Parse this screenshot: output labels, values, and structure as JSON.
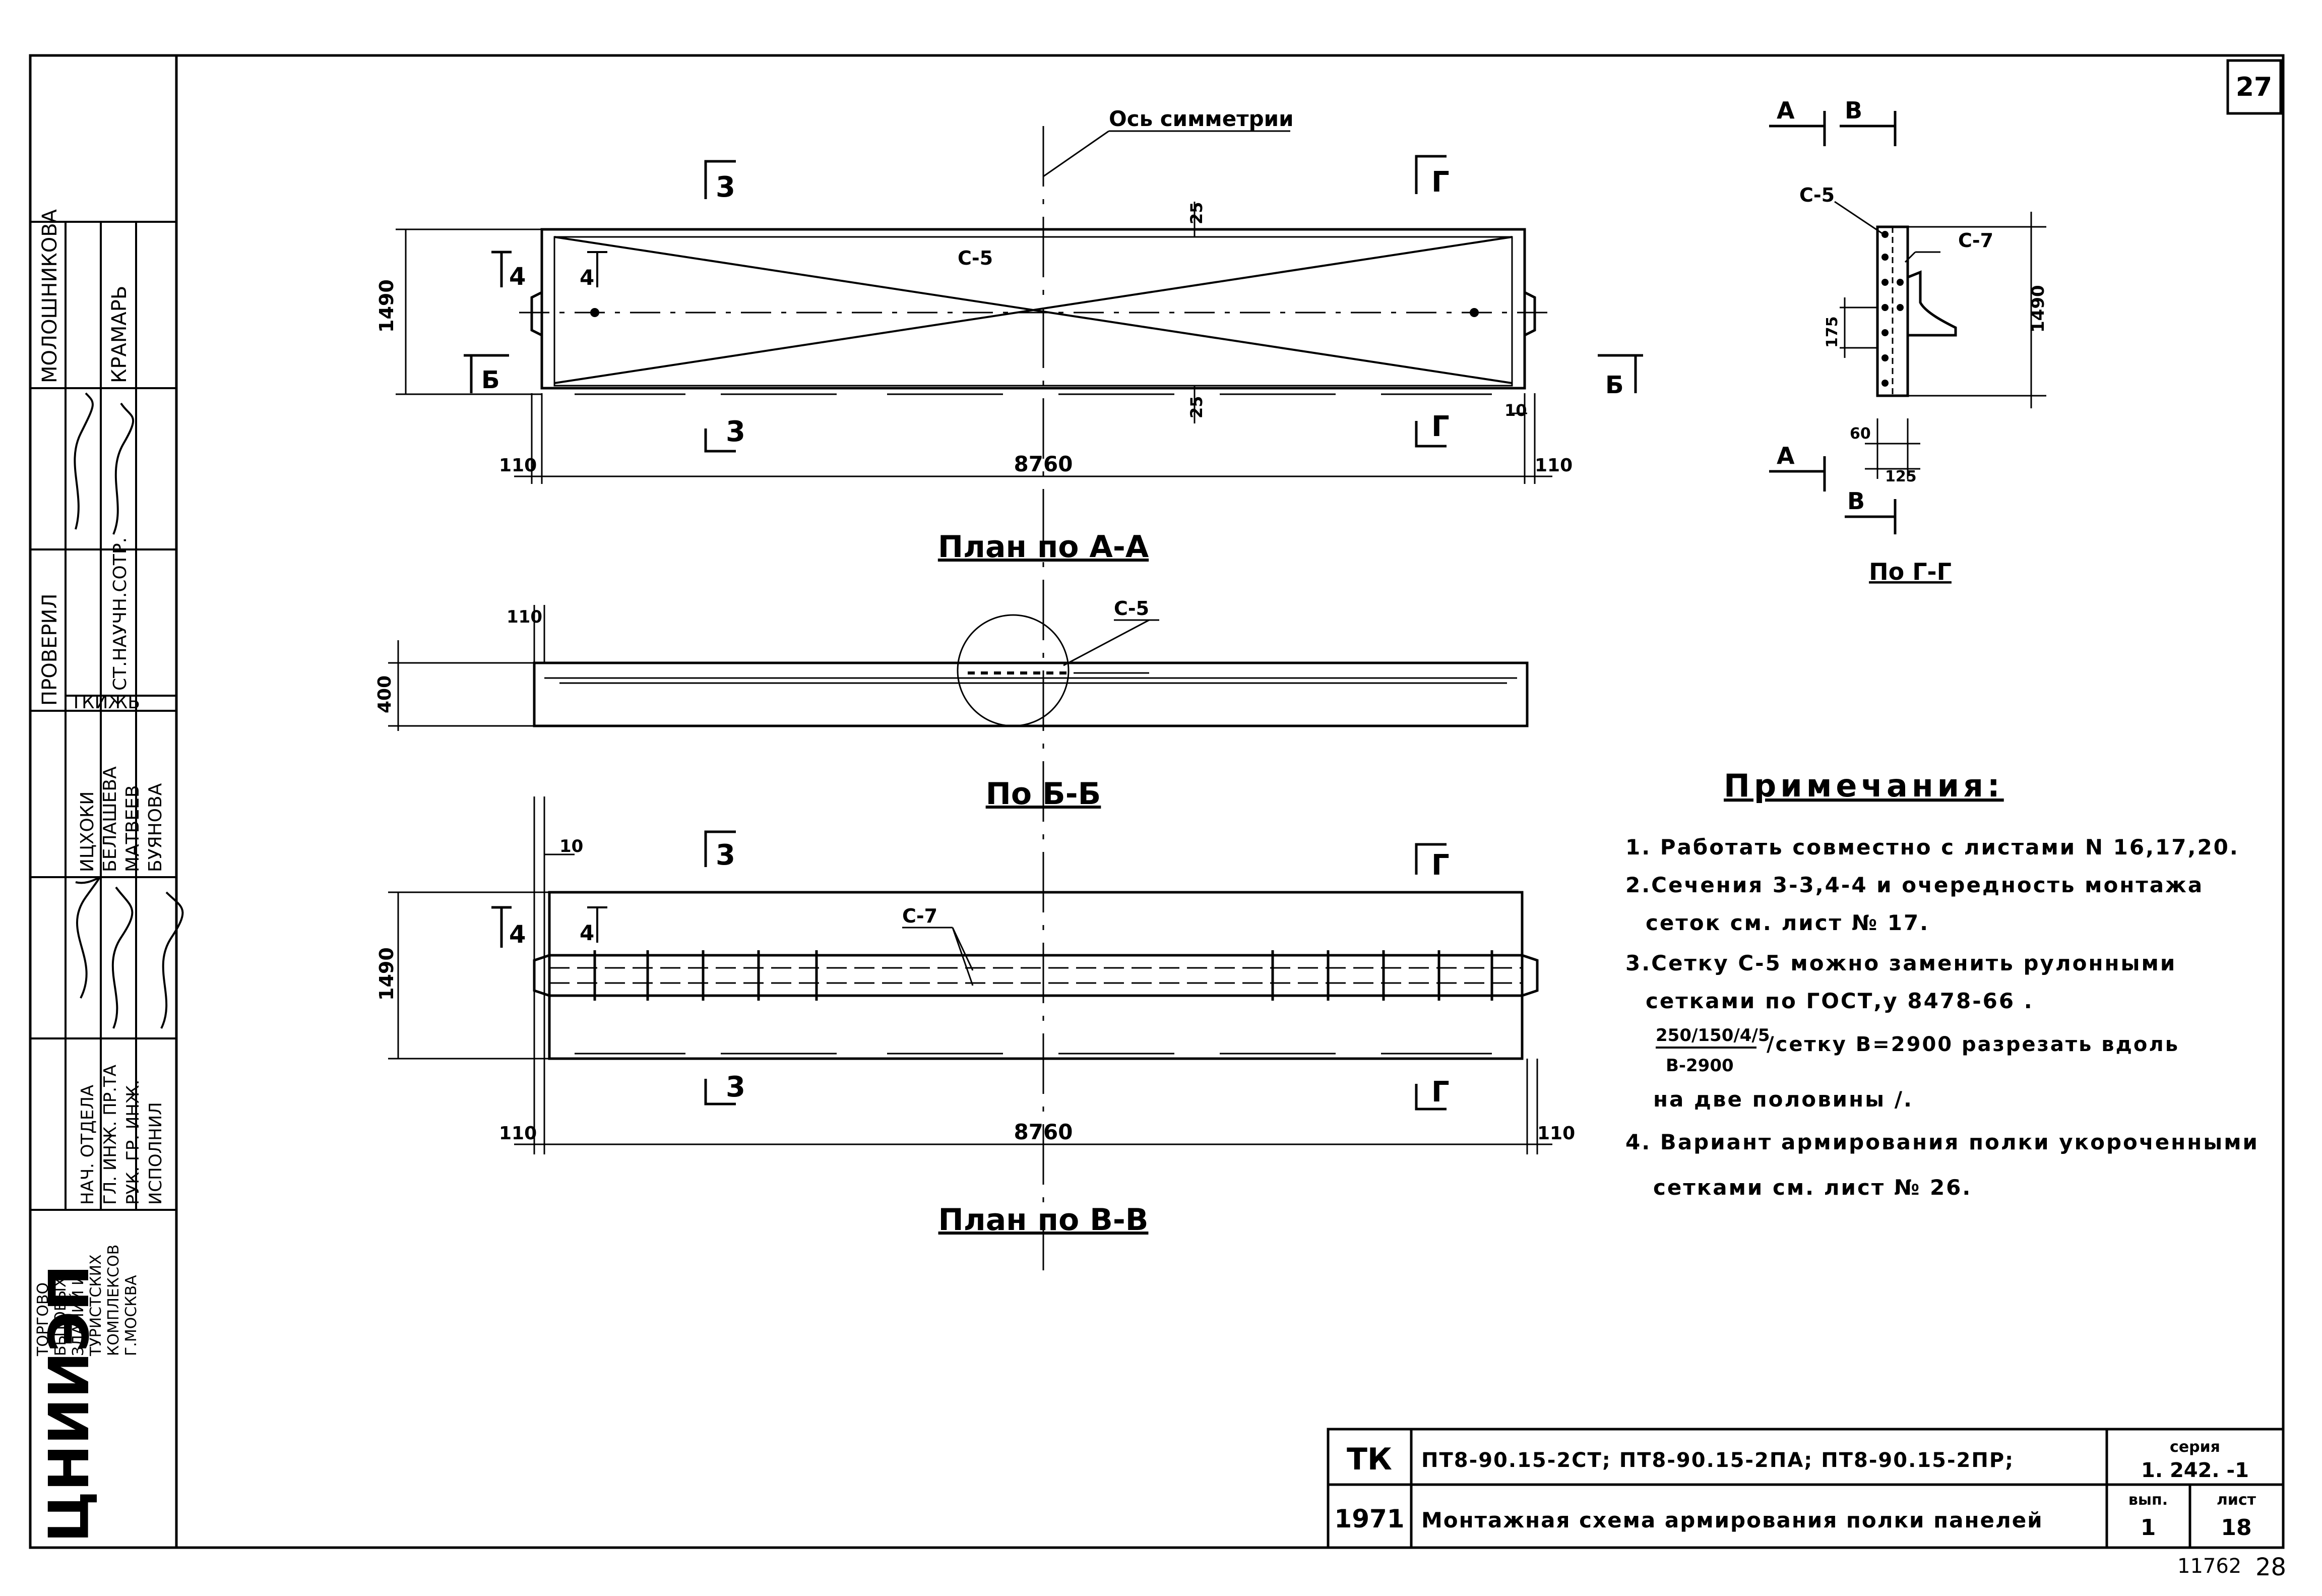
{
  "sheet_number": "27",
  "footer_archive": "11762",
  "footer_page": "28",
  "stamp": {
    "org_lines": [
      "ТОРГОВО",
      "БЫТОВЫХ",
      "ЗДАНИЙ И",
      "ТУРИСТСКИХ",
      "КОМПЛЕКСОВ",
      "Г.МОСКВА"
    ],
    "logo_text": "ЦНИИЭП",
    "top_rows": [
      {
        "role": "МОЛОШНИКОВА",
        "name": "КРАМАРЬ"
      },
      {
        "role": "ПРОВЕРИЛ",
        "name": "СТ.НАУЧН.СОТР."
      }
    ],
    "tkizhb": "ТКИЖБ",
    "names": [
      "ИЦХОКИ",
      "БЕЛАШЕВА",
      "МАТВЕЕВ",
      "БУЯНОВА"
    ],
    "roles": [
      "НАЧ. ОТДЕЛА",
      "ГЛ. ИНЖ. ПР.ТА",
      "РУК. ГР. ИНЖ.",
      "ИСПОЛНИЛ"
    ]
  },
  "drawing": {
    "axis_label": "Ось симметрии",
    "mark_C5": "С-5",
    "mark_C7": "С-7",
    "dim_1490": "1490",
    "dim_8760": "8760",
    "dim_110": "110",
    "dim_25": "25",
    "dim_10": "10",
    "dim_400": "400",
    "dim_175": "175",
    "dim_60": "60",
    "dim_125": "125",
    "sec_3": "3",
    "sec_4": "4",
    "sec_G": "Г",
    "sec_B": "Б",
    "sec_A": "А",
    "sec_V": "В",
    "title_plan_aa": "План по А-А",
    "title_bb": "По Б-Б",
    "title_plan_vv": "План по В-В",
    "title_gg": "По Г-Г"
  },
  "notes": {
    "title": "Примечания:",
    "lines": [
      "1. Работать совместно с листами N 16,17,20.",
      "2.Сечения 3-3,4-4 и очередность монтажа",
      "сеток см. лист № 17.",
      "3.Сетку С-5 можно заменить рулонными",
      "сетками по ГОСТ,у 8478-66 .",
      "/сетку В=2900 разрезать вдоль",
      "на две половины /.",
      "4. Вариант армирования полки укороченными",
      "сетками см. лист № 26."
    ],
    "fraction_num": "250/150/4/5",
    "fraction_den": "В-2900"
  },
  "title_block": {
    "tk": "ТК",
    "year": "1971",
    "line1": "ПТ8-90.15-2СТ; ПТ8-90.15-2ПА; ПТ8-90.15-2ПР;",
    "line2": "Монтажная схема армирования полки панелей",
    "series_label": "серия",
    "series_value": "1. 242. -1",
    "vyp_label": "вып.",
    "vyp_value": "1",
    "list_label": "лист",
    "list_value": "18"
  }
}
